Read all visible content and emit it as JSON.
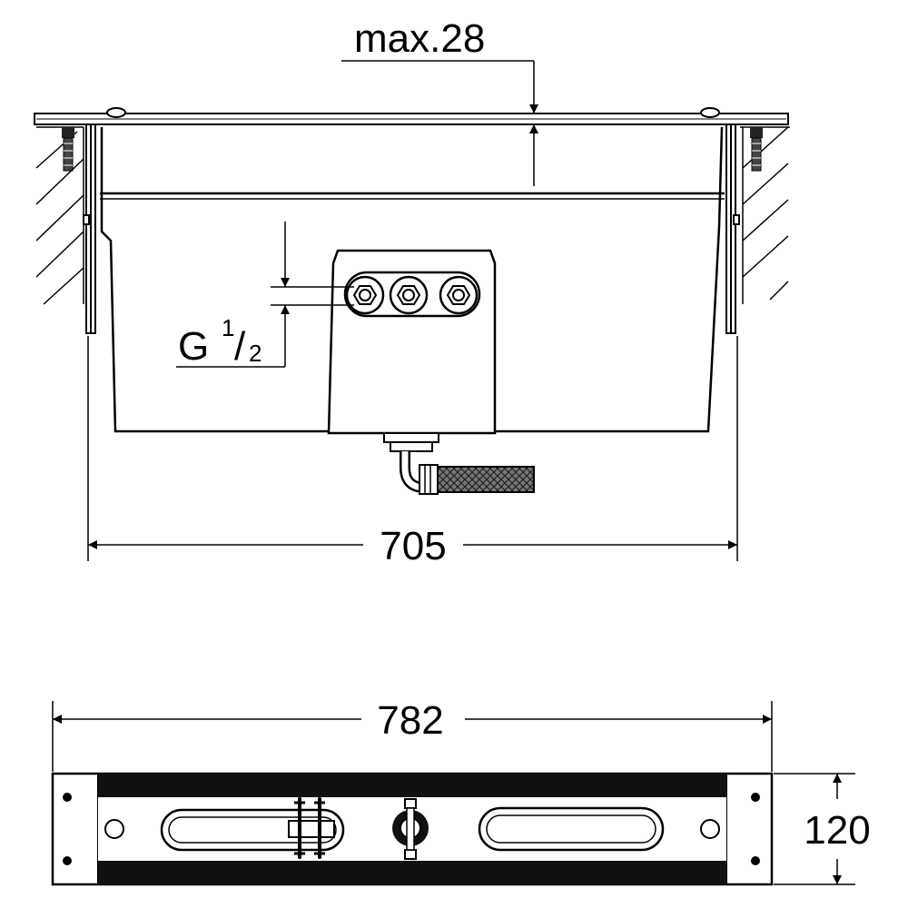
{
  "dimensions": {
    "max_depth": "max.28",
    "thread_label": "G",
    "thread_numerator": "1",
    "thread_slash": "/",
    "thread_denominator": "2",
    "width_front": "705",
    "width_plate": "782",
    "height_plate": "120"
  }
}
